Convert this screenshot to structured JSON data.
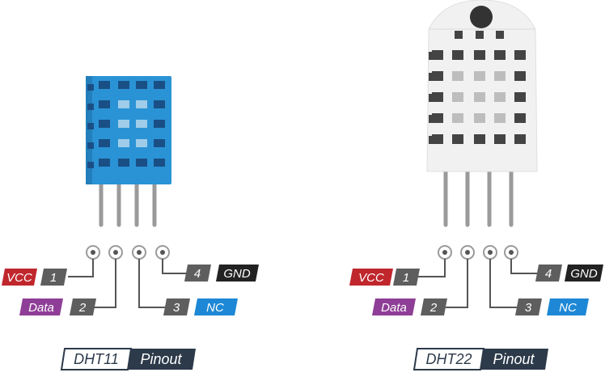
{
  "colors": {
    "vcc": "#c0272d",
    "data": "#8e3e97",
    "nc": "#1e88d6",
    "gnd": "#222222",
    "pin_number": "#5e5e5e",
    "dht11_body": "#2a93d5",
    "dht11_slot": "#1a4f86",
    "dht22_body": "#f1f1f1",
    "dht22_slot": "#444444",
    "title_dark": "#2c3a4a"
  },
  "dht11": {
    "pins": [
      {
        "number": "1",
        "label": "VCC",
        "color_key": "vcc"
      },
      {
        "number": "2",
        "label": "Data",
        "color_key": "data"
      },
      {
        "number": "3",
        "label": "NC",
        "color_key": "nc"
      },
      {
        "number": "4",
        "label": "GND",
        "color_key": "gnd"
      }
    ],
    "title_model": "DHT11",
    "title_word": "Pinout"
  },
  "dht22": {
    "pins": [
      {
        "number": "1",
        "label": "VCC",
        "color_key": "vcc"
      },
      {
        "number": "2",
        "label": "Data",
        "color_key": "data"
      },
      {
        "number": "3",
        "label": "NC",
        "color_key": "nc"
      },
      {
        "number": "4",
        "label": "GND",
        "color_key": "gnd"
      }
    ],
    "title_model": "DHT22",
    "title_word": "Pinout"
  }
}
